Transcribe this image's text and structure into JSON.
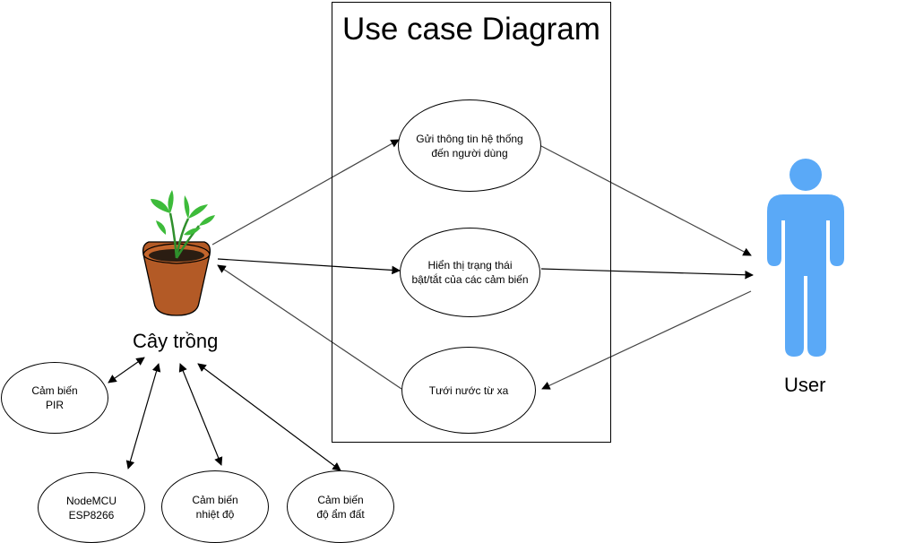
{
  "diagram": {
    "title": "Use case Diagram",
    "use_cases": {
      "send_info": "Gửi thông tin hệ thống\nđến người dùng",
      "show_status": "Hiển thị trạng thái\nbật/tắt của các cảm biến",
      "water_remote": "Tưới nước từ xa"
    },
    "actors": {
      "plant": "Cây trồng",
      "user": "User"
    },
    "devices": {
      "pir": "Cảm biến\nPIR",
      "nodemcu": "NodeMCU\nESP8266",
      "temp": "Cảm biến\nnhiệt độ",
      "soil": "Cảm biến\nđộ ẩm đất"
    },
    "colors": {
      "user_icon": "#5aa9f7",
      "pot": "#b35a26",
      "pot_rim": "#c4652c",
      "soil": "#2b1d12",
      "leaf": "#3dbb3a"
    }
  }
}
